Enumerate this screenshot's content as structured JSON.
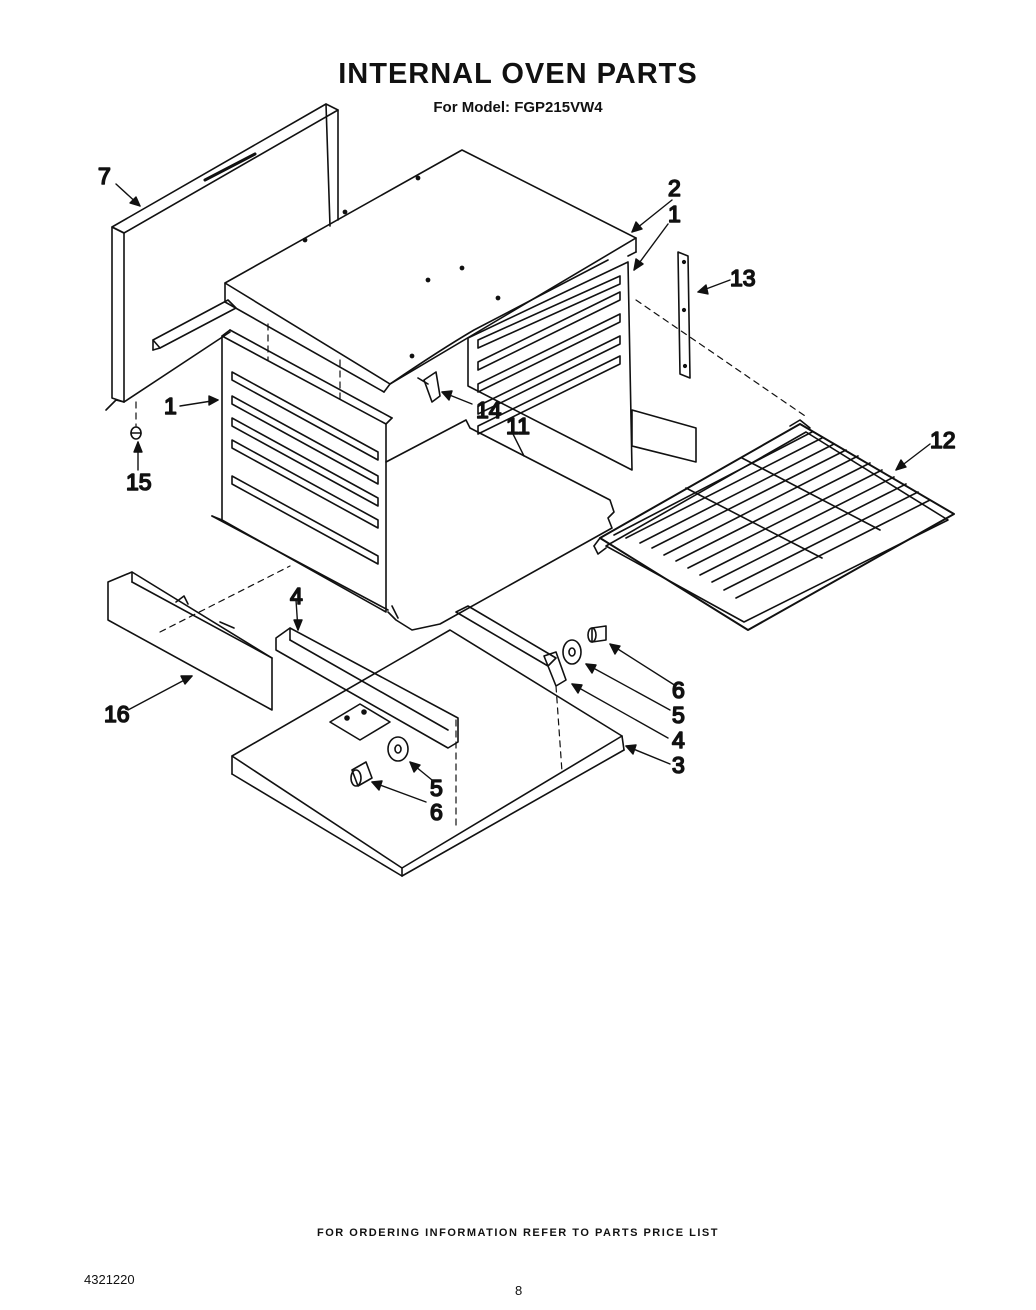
{
  "header": {
    "title": "INTERNAL OVEN PARTS",
    "subtitle": "For Model: FGP215VW4"
  },
  "callouts": {
    "c1_right": "1",
    "c1_left": "1",
    "c2": "2",
    "c3": "3",
    "c4_left": "4",
    "c4_right": "4",
    "c5_right": "5",
    "c5_left": "5",
    "c6_right": "6",
    "c6_left": "6",
    "c7": "7",
    "c11": "11",
    "c12": "12",
    "c13": "13",
    "c14": "14",
    "c15": "15",
    "c16": "16"
  },
  "footer": {
    "ordering_note": "FOR ORDERING INFORMATION REFER TO PARTS PRICE LIST",
    "part_number": "4321220",
    "page_number": "8"
  }
}
